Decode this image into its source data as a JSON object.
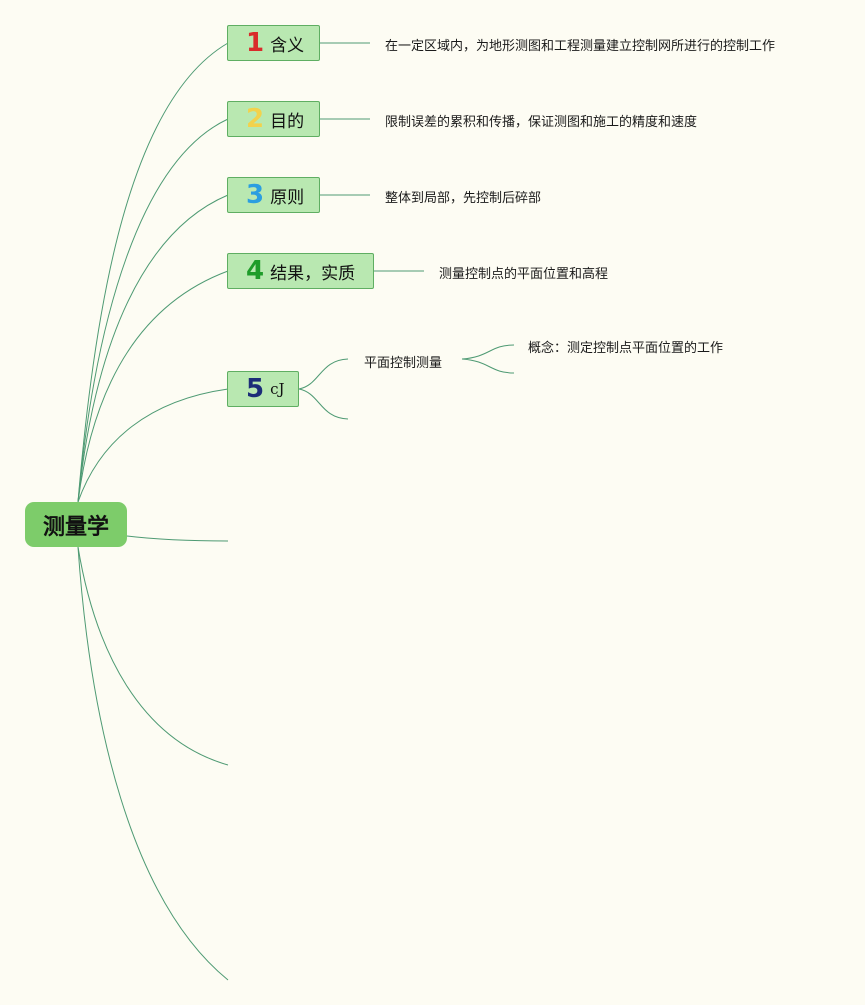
{
  "root": {
    "label": "测量学"
  },
  "topics": [
    {
      "num": "1",
      "num_color": "#d92b2b",
      "label": "含义",
      "detail": "在一定区域内，为地形测图和工程测量建立控制网所进行的控制工作"
    },
    {
      "num": "2",
      "num_color": "#f2d24c",
      "label": "目的",
      "detail": "限制误差的累积和传播，保证测图和施工的精度和速度"
    },
    {
      "num": "3",
      "num_color": "#2b9ee0",
      "label": "原则",
      "detail": "整体到局部，先控制后碎部"
    },
    {
      "num": "4",
      "num_color": "#1e9c2a",
      "label": "结果，实质",
      "detail": "测量控制点的平面位置和高程"
    },
    {
      "num": "5",
      "num_color": "#1c2d78",
      "label": "cJ"
    }
  ],
  "subtopic": {
    "label": "平面控制测量",
    "child": "概念：测定控制点平面位置的工作"
  },
  "colors": {
    "line": "#4e9a73",
    "background": "#fdfcf3"
  }
}
